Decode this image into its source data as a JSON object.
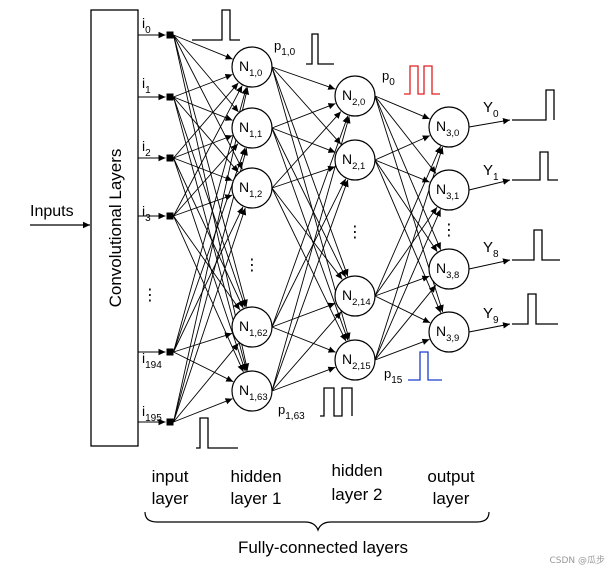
{
  "inputs_label": "Inputs",
  "conv_label": "Convolutional Layers",
  "input_layer": {
    "caption_line1": "input",
    "caption_line2": "layer",
    "nodes": [
      {
        "base": "i",
        "sub": "0"
      },
      {
        "base": "i",
        "sub": "1"
      },
      {
        "base": "i",
        "sub": "2"
      },
      {
        "base": "i",
        "sub": "3"
      },
      {
        "base": "⋮",
        "sub": ""
      },
      {
        "base": "i",
        "sub": "194"
      },
      {
        "base": "i",
        "sub": "195"
      }
    ]
  },
  "hidden_layer_1": {
    "caption_line1": "hidden",
    "caption_line2": "layer 1",
    "nodes": [
      {
        "base": "N",
        "sub": "1,0"
      },
      {
        "base": "N",
        "sub": "1,1"
      },
      {
        "base": "N",
        "sub": "1,2"
      },
      {
        "base": "N",
        "sub": "1,62"
      },
      {
        "base": "N",
        "sub": "1,63"
      }
    ]
  },
  "hidden_layer_2": {
    "caption_line1": "hidden",
    "caption_line2": "layer 2",
    "nodes": [
      {
        "base": "N",
        "sub": "2,0"
      },
      {
        "base": "N",
        "sub": "2,1"
      },
      {
        "base": "N",
        "sub": "2,14"
      },
      {
        "base": "N",
        "sub": "2,15"
      }
    ]
  },
  "output_layer": {
    "caption_line1": "output",
    "caption_line2": "layer",
    "nodes": [
      {
        "base": "N",
        "sub": "3,0"
      },
      {
        "base": "N",
        "sub": "3,1"
      },
      {
        "base": "N",
        "sub": "3,8"
      },
      {
        "base": "N",
        "sub": "3,9"
      }
    ]
  },
  "outputs": [
    {
      "base": "Y",
      "sub": "0"
    },
    {
      "base": "Y",
      "sub": "1"
    },
    {
      "base": "Y",
      "sub": "8"
    },
    {
      "base": "Y",
      "sub": "9"
    }
  ],
  "pulse_labels": {
    "p10": {
      "base": "p",
      "sub": "1,0"
    },
    "p163": {
      "base": "p",
      "sub": "1,63"
    },
    "p0": {
      "base": "p",
      "sub": "0"
    },
    "p15": {
      "base": "p",
      "sub": "15"
    }
  },
  "ellipsis": "⋮",
  "brace_label": "Fully-connected layers",
  "watermark": "CSDN @瓜步",
  "colors": {
    "stroke": "#000000",
    "p0_pulse": "#e02020",
    "p15_pulse": "#1a3fcc"
  }
}
